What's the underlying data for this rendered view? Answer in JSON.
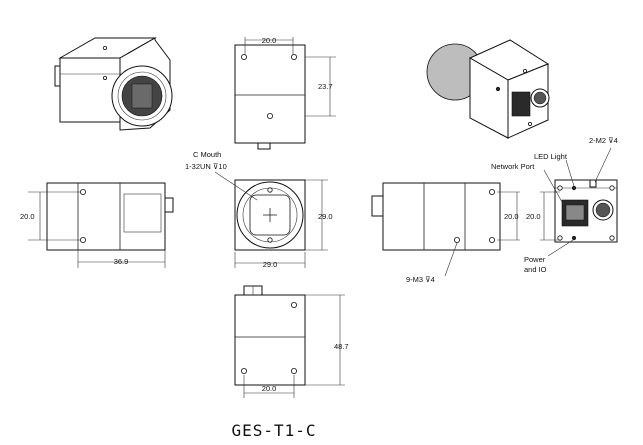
{
  "model_name": "GES-T1-C",
  "callouts": {
    "c_mount": "C Mouth",
    "thread": "1-32UN ⊽10",
    "m2": "2-M2 ⊽4",
    "led": "LED Light",
    "network": "Network Port",
    "power_line1": "Power",
    "power_line2": "and IO",
    "m3": "9-M3 ⊽4"
  },
  "dimensions": {
    "top_width": "20.0",
    "top_height": "23.7",
    "left_height": "20.0",
    "left_length": "36.9",
    "front_width": "29.0",
    "front_height": "29.0",
    "right_height_a": "20.0",
    "right_height_b": "20.0",
    "bottom_length": "48.7",
    "bottom_width": "20.0"
  }
}
